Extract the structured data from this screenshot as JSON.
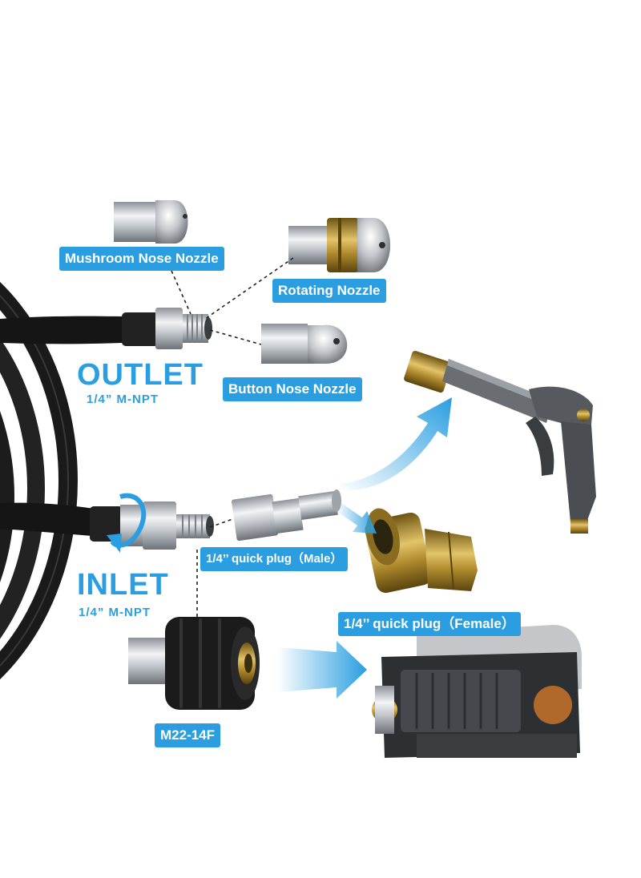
{
  "labels": {
    "mushroom_nozzle": "Mushroom Nose Nozzle",
    "rotating_nozzle": "Rotating Nozzle",
    "button_nozzle": "Button Nose Nozzle",
    "quick_plug_male": "1/4’’ quick plug（Male）",
    "quick_plug_female": "1/4’’ quick plug（Female）",
    "m22": "M22-14F"
  },
  "outlet": {
    "title": "OUTLET",
    "thread": "1/4” M-NPT"
  },
  "inlet": {
    "title": "INLET",
    "thread": "1/4” M-NPT"
  },
  "colors": {
    "accent": "#2a9ee0",
    "hose": "#1a1a1a",
    "brass": "#b8963a",
    "steel": "#c8ccd0"
  }
}
